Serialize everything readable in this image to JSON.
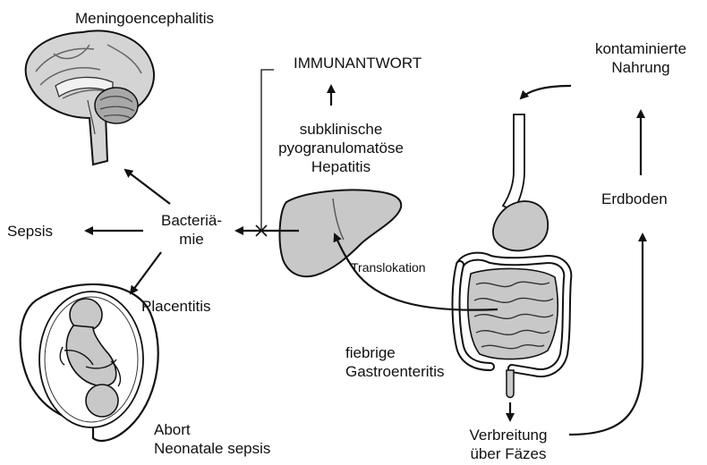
{
  "labels": {
    "meningoencephalitis": "Meningoencephalitis",
    "immunantwort": "IMMUNANTWORT",
    "kontaminierte": "kontaminierte",
    "nahrung": "Nahrung",
    "subklinische": "subklinische",
    "pyogranulomatose": "pyogranulomatöse",
    "hepatitis": "Hepatitis",
    "erdboden": "Erdboden",
    "sepsis": "Sepsis",
    "bacteria": "Bacteriä-",
    "mie": "mie",
    "translokation": "Translokation",
    "placentitis": "Placentitis",
    "fiebrige": "fiebrige",
    "gastroenteritis": "Gastroenteritis",
    "abort": "Abort",
    "neonatale_sepsis": "Neonatale sepsis",
    "verbreitung": "Verbreitung",
    "ueber_faezes": "über Fäzes"
  },
  "colors": {
    "ink": "#111111",
    "organ_fill": "#c8c8c8",
    "organ_dark": "#9a9a9a",
    "background": "#ffffff"
  },
  "icons": {
    "brain": "brain-illustration",
    "liver": "liver-illustration",
    "uterus": "uterus-fetus-illustration",
    "gut": "digestive-tract-illustration"
  }
}
